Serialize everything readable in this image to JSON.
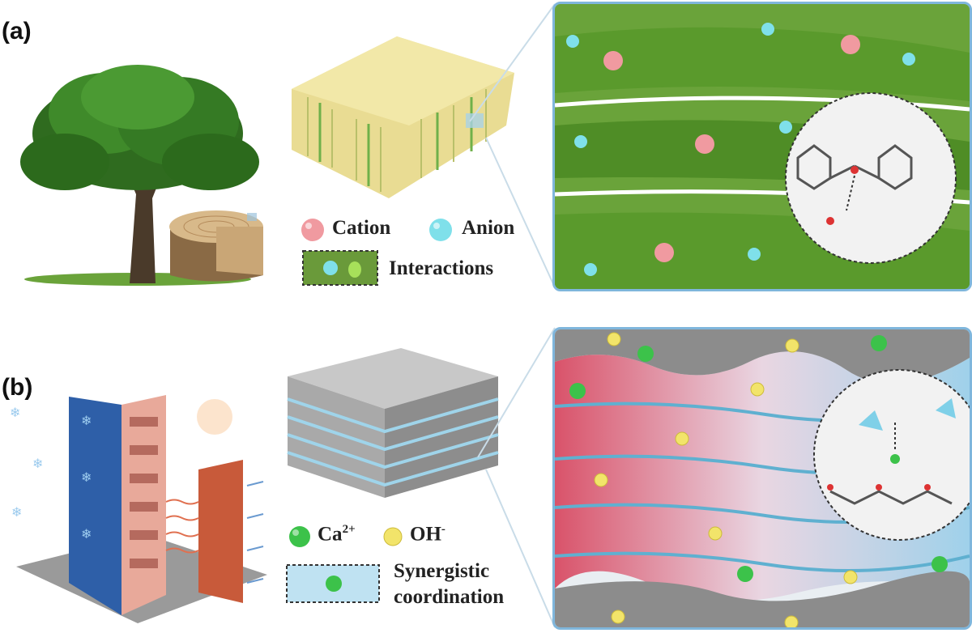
{
  "panel_a": {
    "label": "(a)",
    "legend": {
      "cation": "Cation",
      "anion": "Anion",
      "interactions": "Interactions"
    }
  },
  "panel_b": {
    "label": "(b)",
    "legend": {
      "ca_base": "Ca",
      "ca_sup": "2+",
      "oh_base": "OH",
      "oh_sup": "-",
      "synergistic_line1": "Synergistic",
      "synergistic_line2": "coordination"
    }
  },
  "colors": {
    "cation": "#f09aa0",
    "anion": "#7fe0ea",
    "ca": "#3cc24a",
    "oh": "#f2e46a",
    "panel_border": "#7fb6dc",
    "fiber_green": "#5e9a2e"
  }
}
